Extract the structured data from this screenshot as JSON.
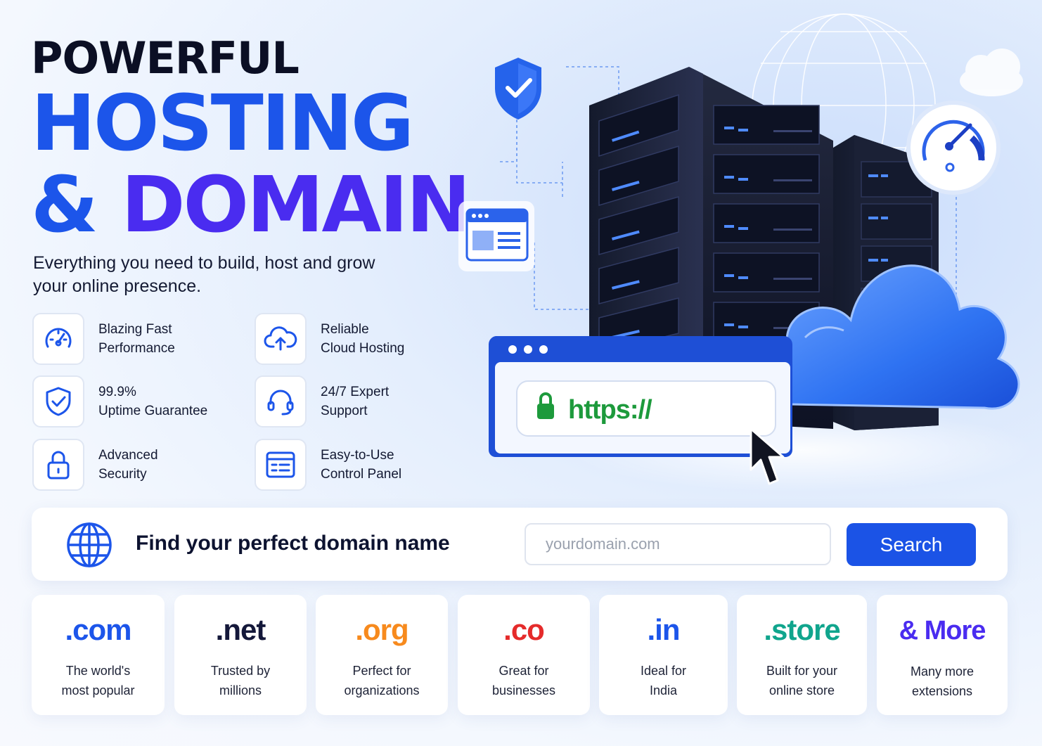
{
  "hero": {
    "line1": "POWERFUL",
    "line2": "HOSTING",
    "line3_amp": "& ",
    "line3_word": "DOMAIN",
    "subtitle": "Everything you need to build, host and grow your online presence."
  },
  "features": [
    {
      "icon": "speedometer-icon",
      "line1": "Blazing Fast",
      "line2": "Performance"
    },
    {
      "icon": "cloud-upload-icon",
      "line1": "Reliable",
      "line2": "Cloud Hosting"
    },
    {
      "icon": "shield-check-icon",
      "line1": "99.9%",
      "line2": "Uptime Guarantee"
    },
    {
      "icon": "headset-icon",
      "line1": "24/7 Expert",
      "line2": "Support"
    },
    {
      "icon": "lock-icon",
      "line1": "Advanced",
      "line2": "Security"
    },
    {
      "icon": "control-panel-icon",
      "line1": "Easy-to-Use",
      "line2": "Control Panel"
    }
  ],
  "illustration": {
    "url_text": "https://"
  },
  "search": {
    "label": "Find your perfect domain name",
    "placeholder": "yourdomain.com",
    "button_label": "Search"
  },
  "tlds": [
    {
      "name": ".com",
      "color": "#1c55ea",
      "line1": "The world's",
      "line2": "most popular"
    },
    {
      "name": ".net",
      "color": "#14183a",
      "line1": "Trusted by",
      "line2": "millions"
    },
    {
      "name": ".org",
      "color": "#f78a1d",
      "line1": "Perfect for",
      "line2": "organizations"
    },
    {
      "name": ".co",
      "color": "#e52b2b",
      "line1": "Great for",
      "line2": "businesses"
    },
    {
      "name": ".in",
      "color": "#1c55ea",
      "line1": "Ideal for",
      "line2": "India"
    },
    {
      "name": ".store",
      "color": "#10a58d",
      "line1": "Built for your",
      "line2": "online store"
    },
    {
      "name": "& More",
      "color": "#4a2cf0",
      "line1": "Many more",
      "line2": "extensions"
    }
  ],
  "colors": {
    "primary": "#1c55ea",
    "accent": "#4a2cf0",
    "secure_green": "#1d9a3c"
  }
}
